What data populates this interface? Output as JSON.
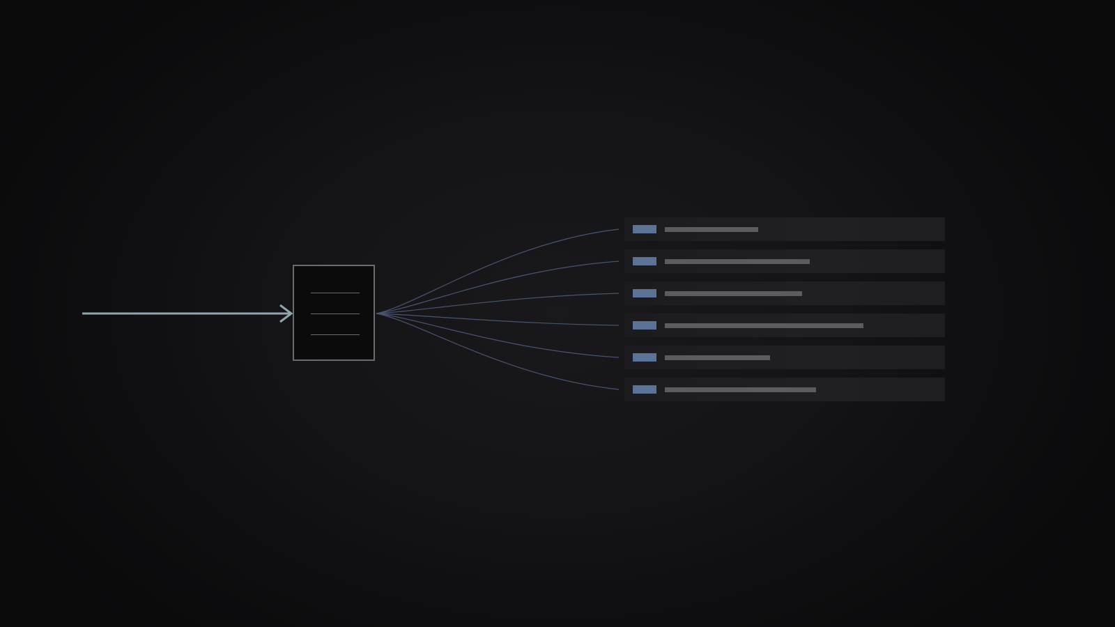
{
  "colors": {
    "background": "#0c0c0e",
    "input_arrow": "#8fa6ad",
    "document_border": "#6c6c6e",
    "fan_lines": "#4a5670",
    "row_tag": "#5a7396",
    "row_placeholder": "#5c5c5f"
  },
  "icons": {
    "input_arrow": "arrow-right-icon",
    "document": "document-icon"
  },
  "output_rows": [
    {
      "tag": "row-tag",
      "fill_fraction": 0.47
    },
    {
      "tag": "row-tag",
      "fill_fraction": 0.73
    },
    {
      "tag": "row-tag",
      "fill_fraction": 0.69
    },
    {
      "tag": "row-tag",
      "fill_fraction": 1.0
    },
    {
      "tag": "row-tag",
      "fill_fraction": 0.53
    },
    {
      "tag": "row-tag",
      "fill_fraction": 0.76
    }
  ]
}
